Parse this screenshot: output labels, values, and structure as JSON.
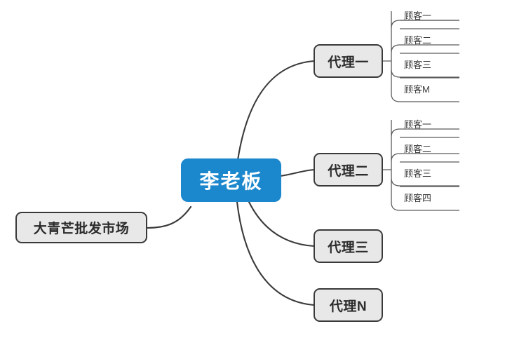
{
  "diagram": {
    "type": "mind-map",
    "background_color": "#ffffff",
    "accent_color": "#1b87cd",
    "node_fill_color": "#e8e8e8",
    "node_border_color": "#3a3a3a",
    "edge_color": "#3a3a3a"
  },
  "root": {
    "label": "李老板"
  },
  "source": {
    "label": "大青芒批发市场"
  },
  "branches": [
    {
      "label": "代理一",
      "customers": [
        {
          "label": "顾客一"
        },
        {
          "label": "顾客二"
        },
        {
          "label": "顾客三"
        },
        {
          "label": "顾客M"
        }
      ]
    },
    {
      "label": "代理二",
      "customers": [
        {
          "label": "顾客一"
        },
        {
          "label": "顾客二"
        },
        {
          "label": "顾客三"
        },
        {
          "label": "顾客四"
        }
      ]
    },
    {
      "label": "代理三",
      "customers": []
    },
    {
      "label": "代理N",
      "customers": []
    }
  ]
}
